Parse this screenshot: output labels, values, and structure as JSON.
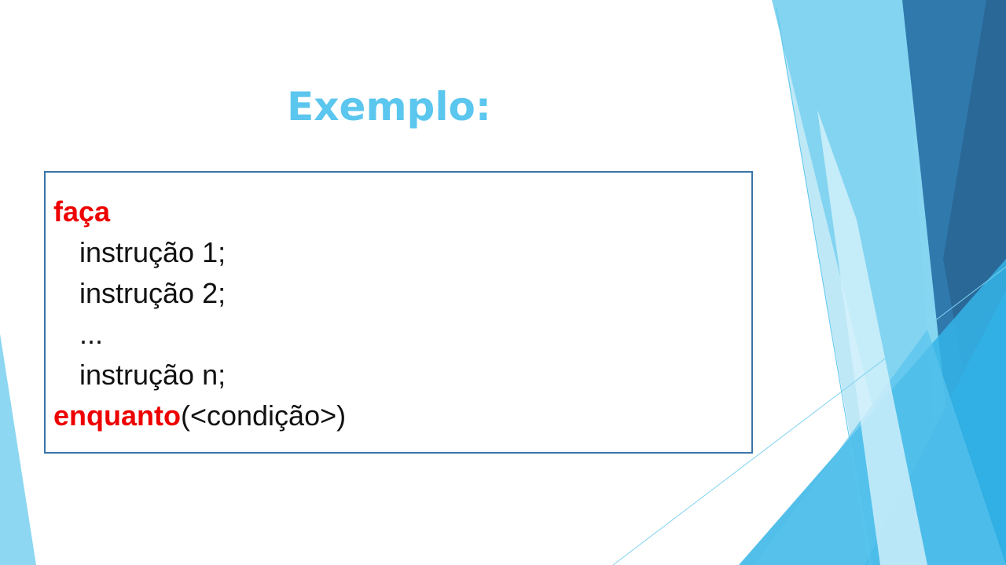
{
  "slide": {
    "title": "Exemplo:"
  },
  "code": {
    "keyword_do": "faça",
    "line1": "instrução 1;",
    "line2": "instrução 2;",
    "ellipsis": "...",
    "line_n": "instrução n;",
    "keyword_while": "enquanto",
    "condition": "(<condição>)"
  },
  "colors": {
    "title": "#5bc6ee",
    "keyword": "#ee0000",
    "box_border": "#3a74a8",
    "deco_light": "#7fd3f0",
    "deco_mid": "#22a5dc",
    "deco_dark": "#2c6ea3"
  }
}
